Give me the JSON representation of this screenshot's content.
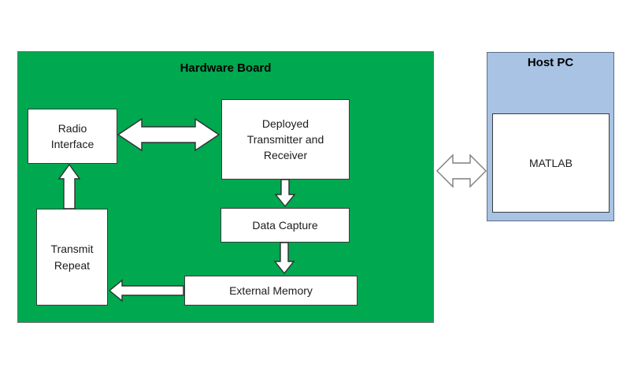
{
  "canvas": {
    "background": "#FFFFFF"
  },
  "hardware_board": {
    "title": "Hardware Board",
    "fill_color": "#00A84F",
    "nodes": {
      "radio_interface": "Radio\nInterface",
      "deployed_tx_rx": "Deployed\nTransmitter and\nReceiver",
      "data_capture": "Data Capture",
      "external_memory": "External Memory",
      "transmit_repeat": "Transmit\nRepeat"
    }
  },
  "host_pc": {
    "title": "Host PC",
    "fill_color": "#A8C3E4",
    "nodes": {
      "matlab": "MATLAB"
    }
  },
  "arrows": [
    {
      "from": "Radio Interface",
      "to": "Deployed Transmitter and Receiver",
      "style": "double-headed"
    },
    {
      "from": "Deployed Transmitter and Receiver",
      "to": "Data Capture",
      "style": "single"
    },
    {
      "from": "Data Capture",
      "to": "External Memory",
      "style": "single"
    },
    {
      "from": "External Memory",
      "to": "Transmit Repeat",
      "style": "single"
    },
    {
      "from": "Transmit Repeat",
      "to": "Radio Interface",
      "style": "single"
    },
    {
      "from": "Hardware Board",
      "to": "Host PC",
      "style": "double-headed"
    }
  ]
}
